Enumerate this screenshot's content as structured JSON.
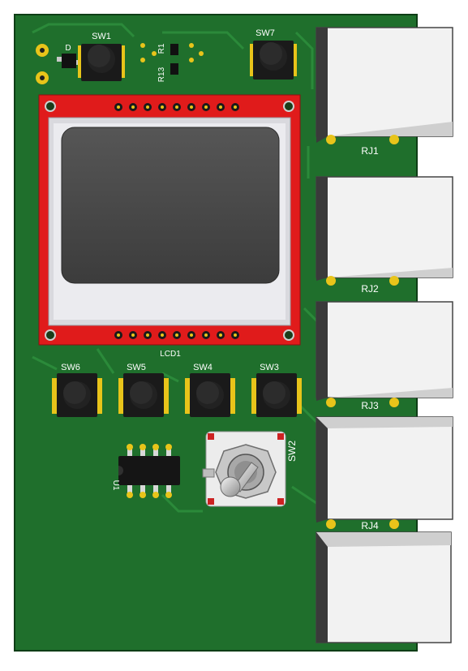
{
  "labels": {
    "sw1": "SW1",
    "sw7": "SW7",
    "sw6": "SW6",
    "sw5": "SW5",
    "sw4": "SW4",
    "sw3": "SW3",
    "sw2": "SW2",
    "r1": "R1",
    "r13": "R13",
    "d": "D",
    "lcd": "LCD1",
    "u": "U1",
    "rj1": "RJ1",
    "rj2": "RJ2",
    "rj3": "RJ3",
    "rj4": "RJ4"
  },
  "colors": {
    "board": "#1f6f2c",
    "board_edge": "#0e3d16",
    "trace": "#2b8a3a",
    "gold": "#e8c41a",
    "lcd_pcb": "#e01b1b",
    "lcd_frame": "#d9d9de",
    "lcd_screen": "#4a4a4a",
    "connector": "#f2f2f2",
    "button_body": "#1a1a1a",
    "button_cap": "#222222"
  }
}
